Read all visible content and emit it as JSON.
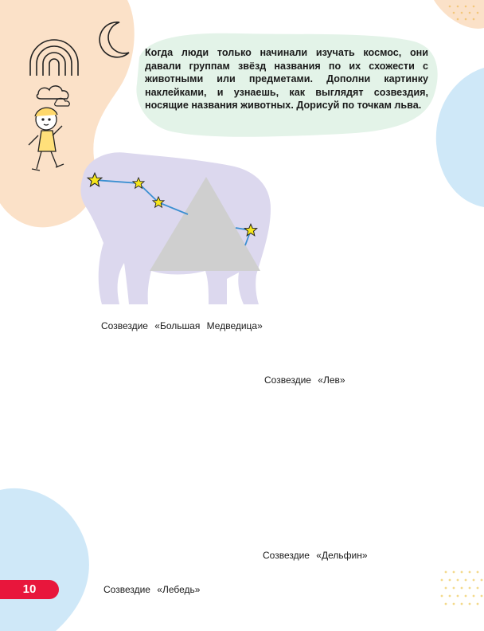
{
  "intro_text": "Когда люди только начинали изучать космос, они давали группам звёзд названия по их схожести с животными или предметами. Дополни картинку наклейками, и узнаешь, как выглядят созвездия, носящие названия животных. Дорисуй по точкам льва.",
  "captions": {
    "big_bear": "Созвездие «Большая Медведица»",
    "lion": "Созвездие «Лев»",
    "swan": "Созвездие «Лебедь»",
    "dolphin": "Созвездие «Дельфин»"
  },
  "page_number": "10",
  "colors": {
    "silhouette": "#dcd8ee",
    "constellation_line": "#3a8fd1",
    "star": "#f6e61b",
    "sticker_placeholder": "#cfcfcf",
    "page_tab": "#e8163c",
    "accent_peach": "#fbe1c8",
    "accent_blue": "#cfe8f8",
    "accent_mint": "#e3f3e8"
  }
}
